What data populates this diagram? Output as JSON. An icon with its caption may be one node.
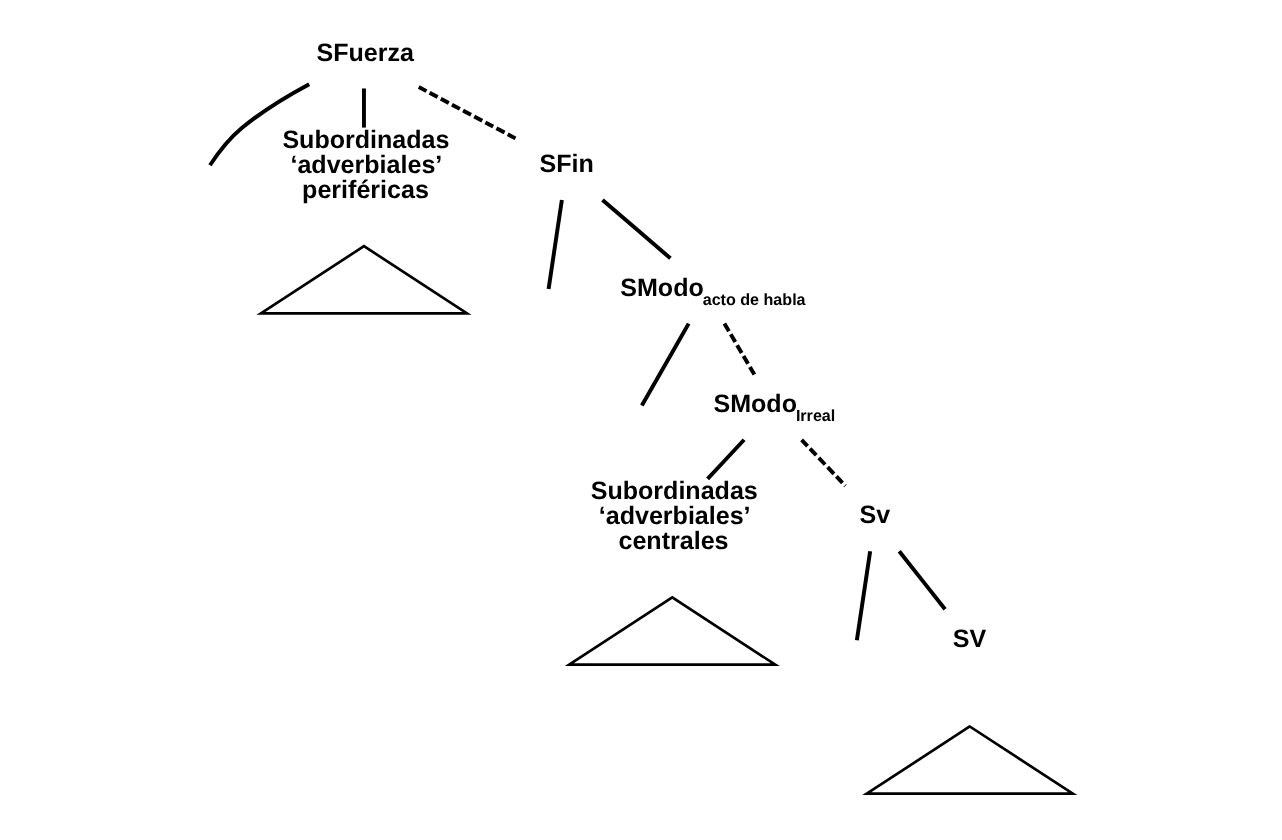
{
  "diagram": {
    "nodes": [
      {
        "text": [
          "SFuerza"
        ]
      },
      {
        "text": [
          "Subordinadas ‘adverbiales’ periféricas"
        ]
      },
      {
        "text": [],
        "shape": "triangle"
      },
      {
        "text": [
          "SFin"
        ]
      },
      {
        "text": [
          "SModo$_{acto de habla}$"
        ]
      },
      {
        "text": [
          "SModo$_{Irreal}$"
        ]
      },
      {
        "text": [
          "Subordinadas ‘adverbiales’ centrales"
        ]
      },
      {
        "text": [],
        "shape": "triangle"
      },
      {
        "text": [
          "Sv"
        ]
      },
      {
        "text": [
          "SV"
        ]
      },
      {
        "text": [],
        "shape": "triangle"
      }
    ],
    "edges": [
      {
        "from": 0,
        "to": null,
        "arrow": "none"
      },
      {
        "from": 0,
        "to": 1,
        "arrow": "none"
      },
      {
        "from": 0,
        "to": 3,
        "arrow": "none",
        "style": "dashed"
      },
      {
        "from": 3,
        "to": null,
        "arrow": "none"
      },
      {
        "from": 3,
        "to": 4,
        "arrow": "none"
      },
      {
        "from": 4,
        "to": null,
        "arrow": "none"
      },
      {
        "from": 4,
        "to": 5,
        "arrow": "none",
        "style": "dashed"
      },
      {
        "from": 5,
        "to": 6,
        "arrow": "none"
      },
      {
        "from": 5,
        "to": 8,
        "arrow": "none",
        "style": "dashed"
      },
      {
        "from": 8,
        "to": null,
        "arrow": "none"
      },
      {
        "from": 8,
        "to": 9,
        "arrow": "none"
      }
    ]
  }
}
